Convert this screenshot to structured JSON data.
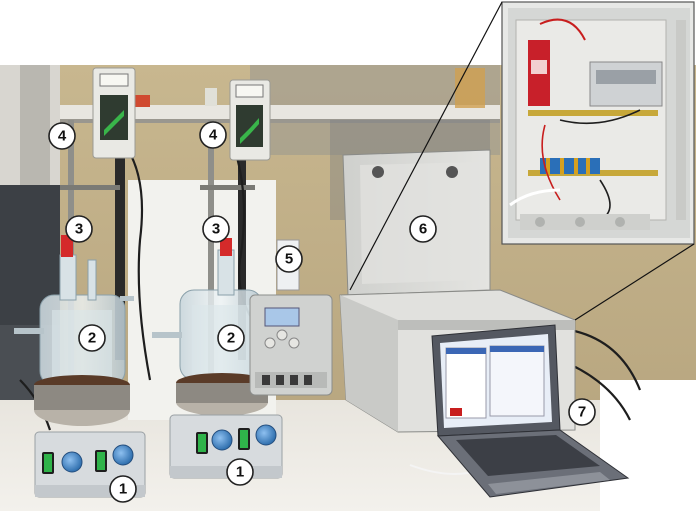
{
  "callouts": [
    {
      "label": "1"
    },
    {
      "label": "1"
    },
    {
      "label": "2"
    },
    {
      "label": "2"
    },
    {
      "label": "3"
    },
    {
      "label": "3"
    },
    {
      "label": "4"
    },
    {
      "label": "4"
    },
    {
      "label": "5"
    },
    {
      "label": "6"
    },
    {
      "label": "7"
    }
  ],
  "colors": {
    "wall": "#c9b48e",
    "bench": "#ece8df",
    "enclosure": "#d9d9d6",
    "stirrer_body": "#d7dbde",
    "knob_blue": "#3d7fc2",
    "switch_green": "#2fb34a",
    "controller_display": "#a9c7e8",
    "laptop": "#545861",
    "relay_red": "#c8202a",
    "terminal_blue": "#2a6fb8"
  },
  "icons": [
    "magnetic-stirrer",
    "glass-reactor",
    "electrode-probe",
    "temperature-controller",
    "control-box",
    "laptop"
  ]
}
